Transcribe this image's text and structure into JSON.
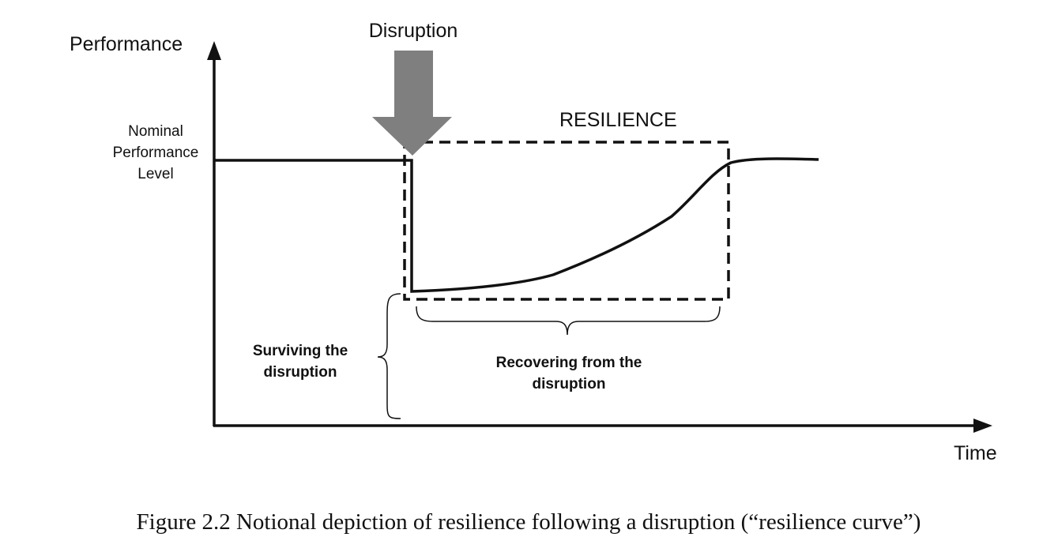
{
  "diagram": {
    "y_axis_label": "Performance",
    "x_axis_label": "Time",
    "disruption_label": "Disruption",
    "resilience_label": "RESILIENCE",
    "nominal_label": [
      "Nominal",
      "Performance",
      "Level"
    ],
    "surviving_label": [
      "Surviving the",
      "disruption"
    ],
    "recovering_label": [
      "Recovering from the",
      "disruption"
    ],
    "arrow_color": "#7f7f7f",
    "line_color": "#111111"
  },
  "caption": "Figure 2.2 Notional depiction of resilience following a disruption (“resilience curve”)"
}
